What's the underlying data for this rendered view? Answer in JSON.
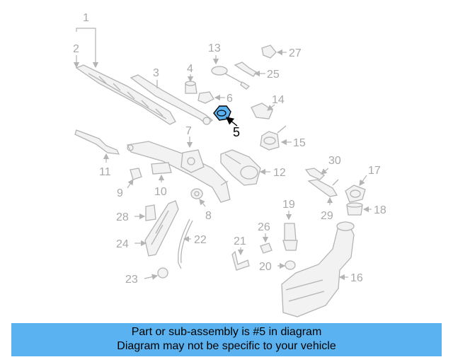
{
  "diagram": {
    "highlighted_part": "5",
    "highlight_color": "#5ab3f0",
    "part_labels": {
      "1": "1",
      "2": "2",
      "3": "3",
      "4": "4",
      "5": "5",
      "6": "6",
      "7": "7",
      "8": "8",
      "9": "9",
      "10": "10",
      "11": "11",
      "12": "12",
      "13": "13",
      "14": "14",
      "15": "15",
      "16": "16",
      "17": "17",
      "18": "18",
      "19": "19",
      "20": "20",
      "21": "21",
      "22": "22",
      "23": "23",
      "24": "24",
      "25": "25",
      "26": "26",
      "27": "27",
      "28": "28",
      "29": "29",
      "30": "30"
    }
  },
  "caption": {
    "line1": "Part or sub-assembly is #5 in diagram",
    "line2": "Diagram may not be specific to your vehicle",
    "background": "#5ab3f0"
  }
}
